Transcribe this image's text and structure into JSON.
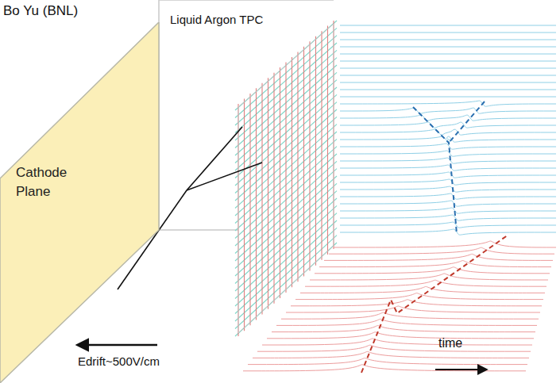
{
  "diagram": {
    "nodes": [
      {
        "text": [
          "Cathode Plane"
        ]
      }
    ],
    "labels": [
      "Bo Yu (BNL)",
      "Liquid Argon TPC",
      "Edrift~500V/cm",
      "time"
    ]
  }
}
